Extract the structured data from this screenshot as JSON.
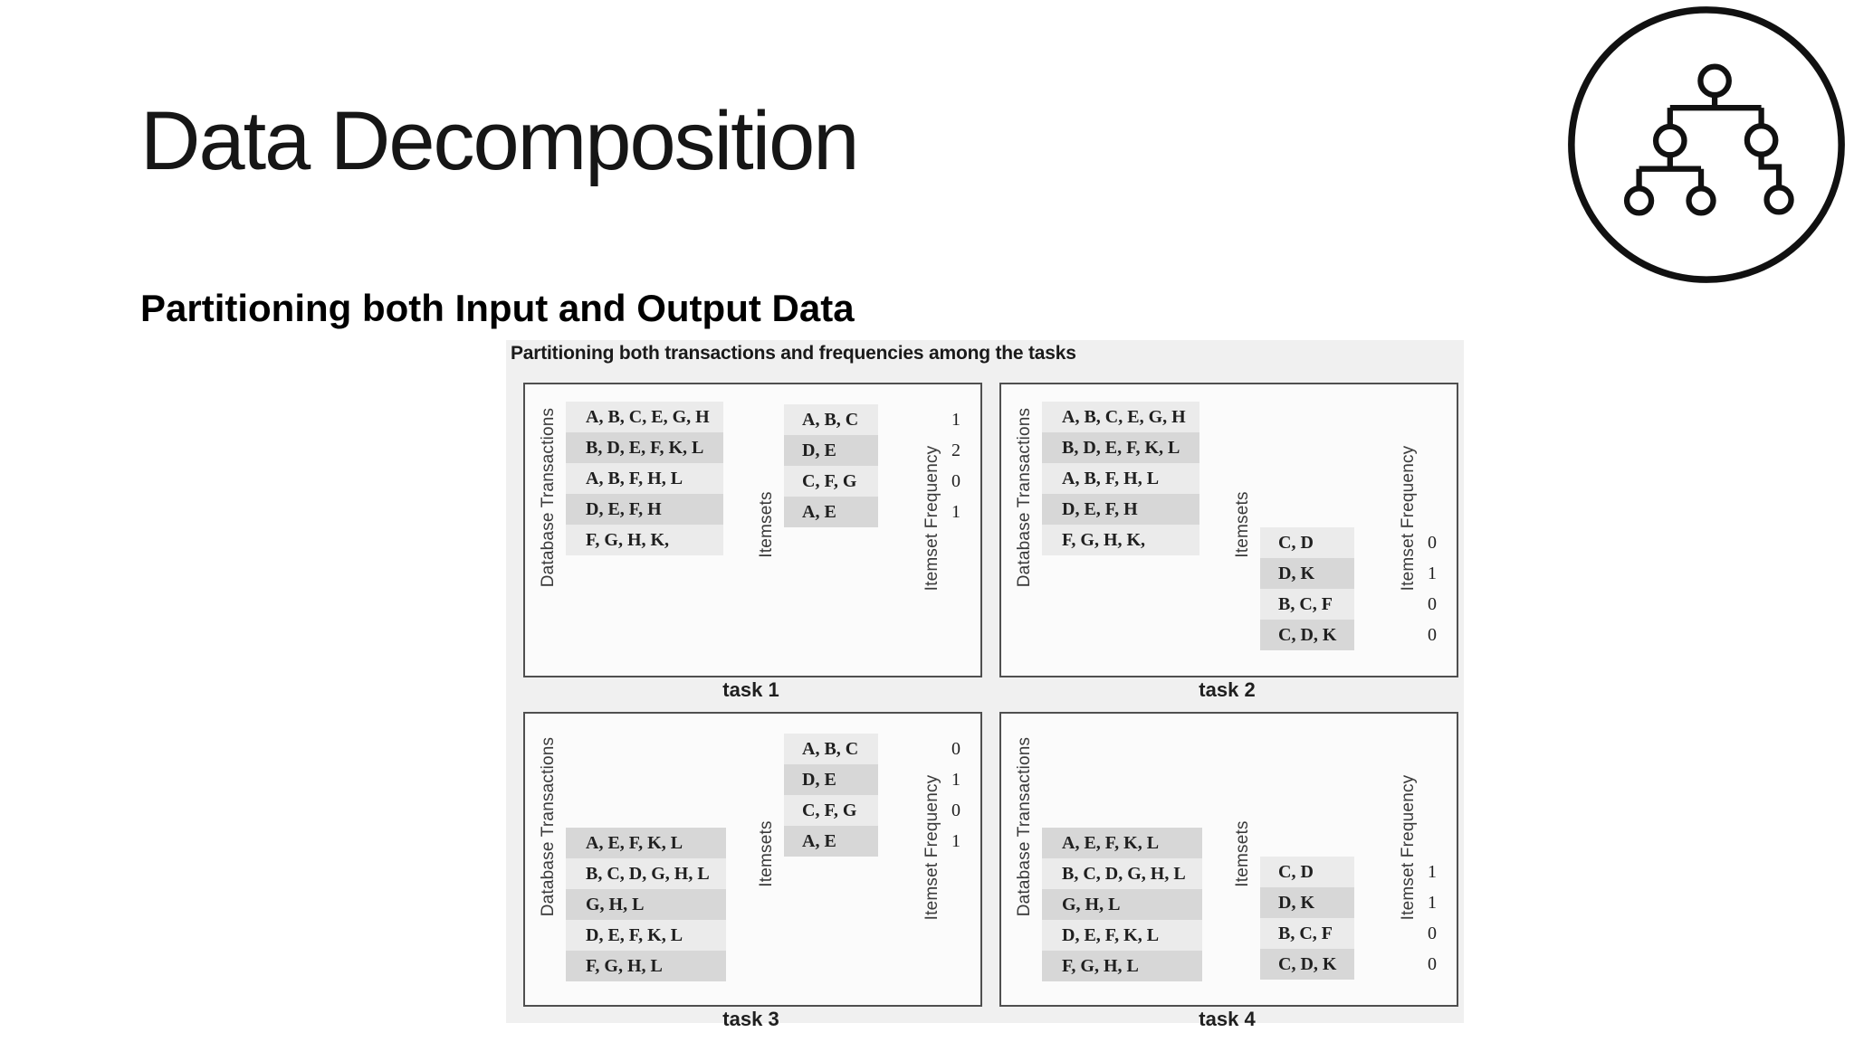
{
  "slide": {
    "title": "Data Decomposition",
    "subtitle": "Partitioning both Input and Output Data"
  },
  "figure": {
    "title": "Partitioning both transactions and frequencies among the tasks",
    "labels": {
      "transactions": "Database Transactions",
      "itemsets": "Itemsets",
      "frequency": "Itemset Frequency"
    },
    "tasks": [
      {
        "name": "task 1",
        "transactions": [
          "A, B, C, E, G, H",
          "B, D, E, F, K, L",
          "A, B, F, H, L",
          "D, E, F, H",
          "F, G, H, K,"
        ],
        "itemsets": [
          "A, B, C",
          "D, E",
          "C, F, G",
          "A, E"
        ],
        "frequencies": [
          "1",
          "2",
          "0",
          "1"
        ]
      },
      {
        "name": "task 2",
        "transactions": [
          "A, B, C, E, G, H",
          "B, D, E, F, K, L",
          "A, B, F, H, L",
          "D, E, F, H",
          "F, G, H, K,"
        ],
        "itemsets": [
          "C, D",
          "D, K",
          "B, C, F",
          "C, D, K"
        ],
        "frequencies": [
          "0",
          "1",
          "0",
          "0"
        ]
      },
      {
        "name": "task 3",
        "transactions": [
          "A, E, F, K, L",
          "B, C, D, G, H, L",
          "G, H, L",
          "D, E, F, K, L",
          "F, G, H, L"
        ],
        "itemsets": [
          "A, B, C",
          "D, E",
          "C, F, G",
          "A, E"
        ],
        "frequencies": [
          "0",
          "1",
          "0",
          "1"
        ]
      },
      {
        "name": "task 4",
        "transactions": [
          "A, E, F, K, L",
          "B, C, D, G, H, L",
          "G, H, L",
          "D, E, F, K, L",
          "F, G, H, L"
        ],
        "itemsets": [
          "C, D",
          "D, K",
          "B, C, F",
          "C, D, K"
        ],
        "frequencies": [
          "1",
          "1",
          "0",
          "0"
        ]
      }
    ]
  },
  "icon": {
    "name": "hierarchy-tree"
  },
  "colors": {
    "figure_bg": "#f0f0f0",
    "box_bg": "#fbfbfb",
    "box_border": "#4f4f4f",
    "row_light": "#ebebeb",
    "row_dark": "#d7d7d7",
    "text": "#1a1a1a"
  }
}
